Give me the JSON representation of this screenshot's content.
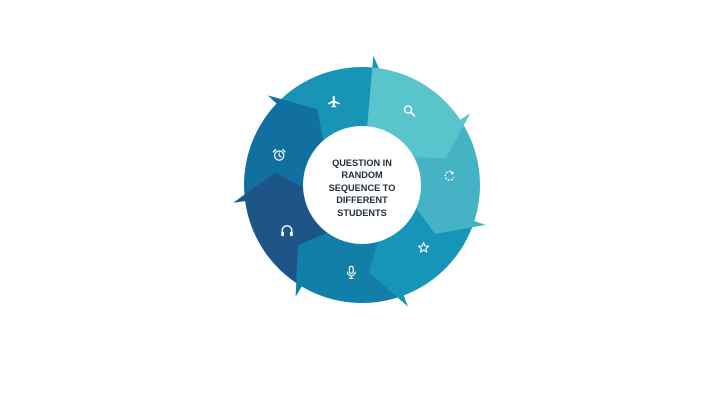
{
  "center": {
    "lines": [
      "QUESTION IN",
      "RANDOM",
      "SEQUENCE TO",
      "DIFFERENT",
      "STUDENTS"
    ]
  },
  "segments": [
    {
      "icon": "search-icon",
      "color": "#5ac4cd"
    },
    {
      "icon": "refresh-icon",
      "color": "#45b2c6"
    },
    {
      "icon": "star-icon",
      "color": "#1795b8"
    },
    {
      "icon": "microphone-icon",
      "color": "#127fa8"
    },
    {
      "icon": "headphones-icon",
      "color": "#1e5588"
    },
    {
      "icon": "alarm-clock-icon",
      "color": "#11709f"
    },
    {
      "icon": "airplane-icon",
      "color": "#1894b6"
    }
  ]
}
